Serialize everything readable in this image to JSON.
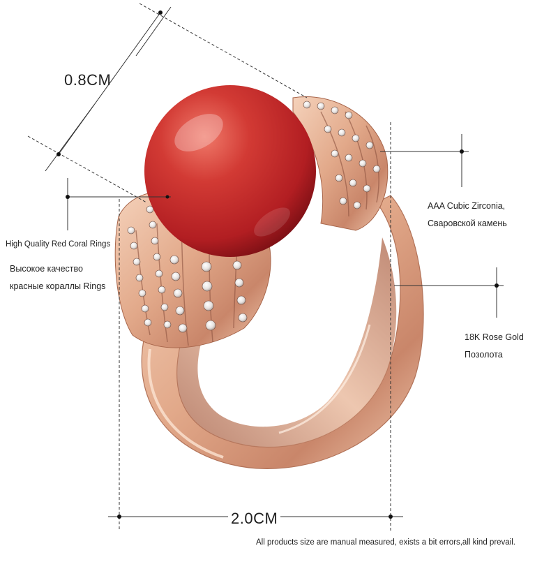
{
  "dimensions": {
    "pearl_diameter": "0.8CM",
    "ring_width": "2.0CM"
  },
  "callouts": {
    "coral": {
      "en": "High Quality Red Coral Rings",
      "ru_line1": "Высокое качество",
      "ru_line2": "красные кораллы Rings"
    },
    "zirconia": {
      "en": "AAA Cubic Zirconia,",
      "ru": "Сваровской камень"
    },
    "gold": {
      "en": "18K Rose Gold",
      "ru": "Позолота"
    }
  },
  "disclaimer": "All products size are manual measured, exists a bit errors,all kind prevail.",
  "colors": {
    "coral": "#c8282a",
    "rose_gold": "#e8b496",
    "rose_gold_dark": "#b8755a",
    "line": "#333333"
  }
}
